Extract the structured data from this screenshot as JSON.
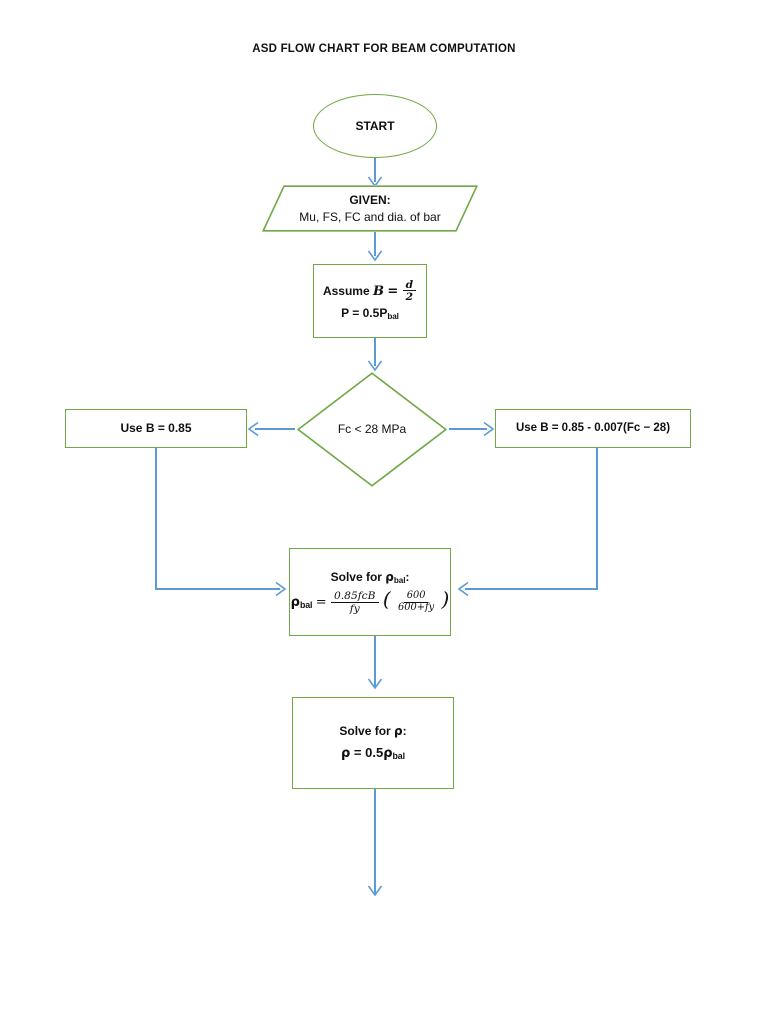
{
  "document": {
    "title": "ASD FLOW CHART FOR BEAM COMPUTATION"
  },
  "theme": {
    "shape_border": "#6FA845",
    "connector": "#5B9BD5",
    "text": "#101010",
    "background": "#ffffff"
  },
  "nodes": {
    "start": {
      "shape": "oval",
      "label": "START"
    },
    "given": {
      "shape": "parallelogram",
      "heading": "GIVEN:",
      "line2": "Mu, FS, FC and dia. of bar"
    },
    "assume": {
      "shape": "rectangle",
      "line1_prefix": "Assume",
      "line1_var": "B",
      "line1_eq": "=",
      "line1_num": "d",
      "line1_den": "2",
      "line2": "P = 0.5P",
      "line2_sub": "bal"
    },
    "decision": {
      "shape": "diamond",
      "label": "Fc < 28 MPa"
    },
    "use_b_left": {
      "shape": "rectangle",
      "label": "Use B = 0.85"
    },
    "use_b_right": {
      "shape": "rectangle",
      "label": "Use B = 0.85 - 0.007(Fc − 28)"
    },
    "solve_rho_bal": {
      "shape": "rectangle",
      "heading_prefix": "Solve for ",
      "heading_rho": "ρ",
      "heading_sub": "bal",
      "heading_suffix": ":",
      "eq_lhs_rho": "ρ",
      "eq_lhs_sub": "bal",
      "eq_sign": "=",
      "frac1_num": "0.85fcB",
      "frac1_den": "fy",
      "frac2_num": "600",
      "frac2_den": "600+fy"
    },
    "solve_rho": {
      "shape": "rectangle",
      "heading_prefix": "Solve for ",
      "heading_rho": "ρ",
      "heading_suffix": ":",
      "eq_lhs": "ρ",
      "eq_mid": " = 0.5",
      "eq_rho": "ρ",
      "eq_sub": "bal"
    }
  },
  "connectors": [
    {
      "name": "start-to-given",
      "from": "start",
      "to": "given",
      "direction": "down"
    },
    {
      "name": "given-to-assume",
      "from": "given",
      "to": "assume",
      "direction": "down"
    },
    {
      "name": "assume-to-decision",
      "from": "assume",
      "to": "decision",
      "direction": "down"
    },
    {
      "name": "decision-to-use-b-left",
      "from": "decision",
      "to": "use_b_left",
      "direction": "left"
    },
    {
      "name": "decision-to-use-b-right",
      "from": "decision",
      "to": "use_b_right",
      "direction": "right"
    },
    {
      "name": "use-b-left-to-solve-rho-bal",
      "from": "use_b_left",
      "to": "solve_rho_bal",
      "direction": "down-right"
    },
    {
      "name": "use-b-right-to-solve-rho-bal",
      "from": "use_b_right",
      "to": "solve_rho_bal",
      "direction": "down-left"
    },
    {
      "name": "solve-rho-bal-to-solve-rho",
      "from": "solve_rho_bal",
      "to": "solve_rho",
      "direction": "down"
    },
    {
      "name": "solve-rho-to-next",
      "from": "solve_rho",
      "to": null,
      "direction": "down"
    }
  ]
}
